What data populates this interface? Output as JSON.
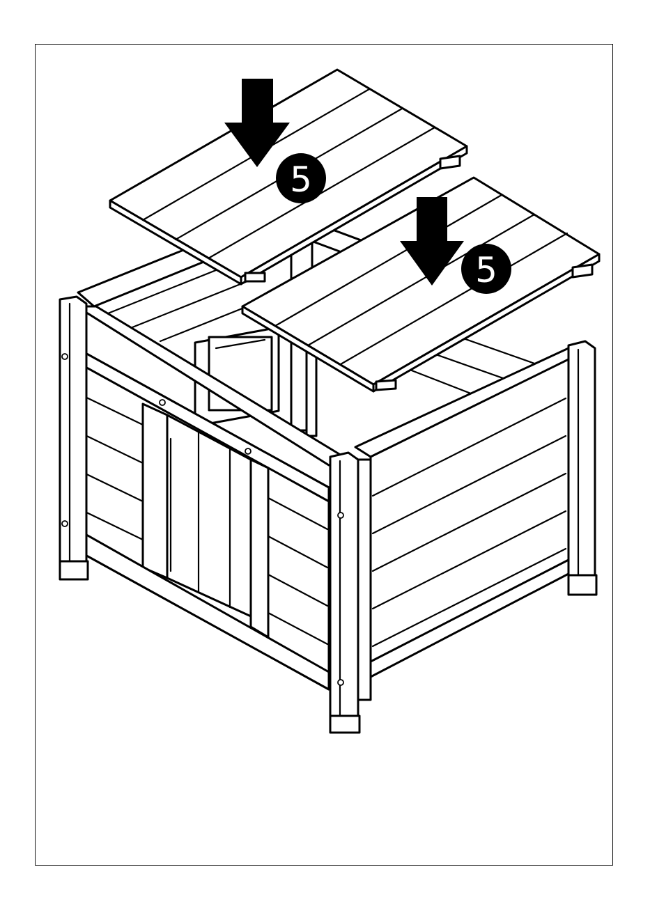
{
  "diagram": {
    "step_badges": [
      {
        "label": "5"
      },
      {
        "label": "5"
      }
    ],
    "colors": {
      "line": "#000000",
      "background": "#ffffff",
      "badge_fill": "#000000",
      "badge_text": "#ffffff"
    },
    "icons": [
      "down-arrow-icon",
      "step-number-badge"
    ]
  }
}
